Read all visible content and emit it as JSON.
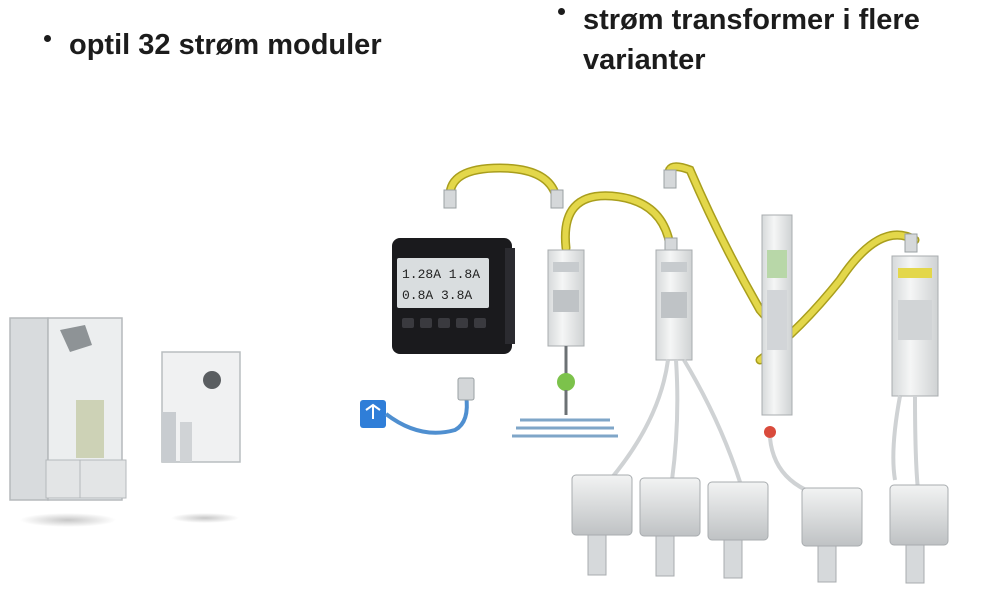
{
  "bullets": [
    {
      "text": "optil 32 strøm moduler"
    },
    {
      "text": "strøm transformer i flere\nvarianter"
    }
  ],
  "display": {
    "row1": "1.28A 1.8A",
    "row2": "0.8A 3.8A"
  },
  "colors": {
    "cable": "#e3d74a",
    "cable_dark": "#a99e1c",
    "module_body": "#eef0f0",
    "display_body": "#1a1a1d",
    "usb_blue": "#2f7ed8",
    "lcd": "#d9dddf"
  }
}
